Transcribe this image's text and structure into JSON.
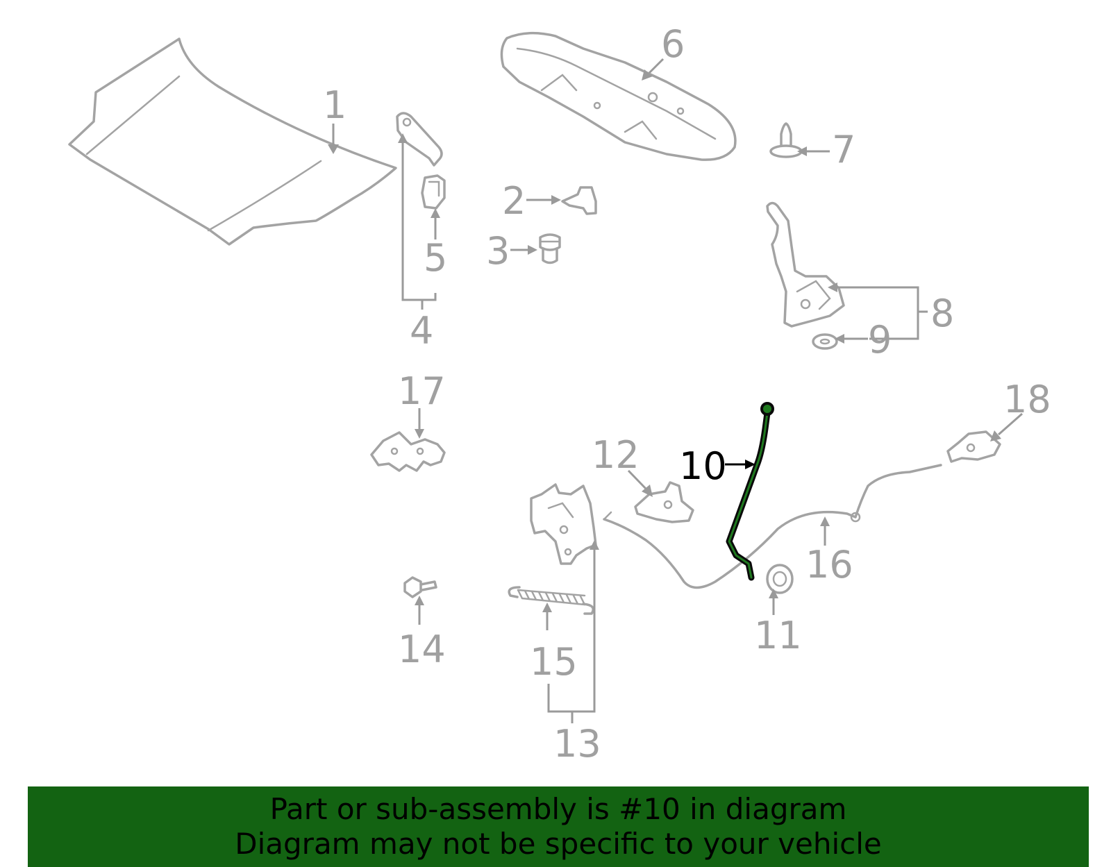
{
  "callouts": {
    "c1": "1",
    "c2": "2",
    "c3": "3",
    "c4": "4",
    "c5": "5",
    "c6": "6",
    "c7": "7",
    "c8": "8",
    "c9": "9",
    "c10": "10",
    "c11": "11",
    "c12": "12",
    "c13": "13",
    "c14": "14",
    "c15": "15",
    "c16": "16",
    "c17": "17",
    "c18": "18"
  },
  "highlighted_part": "10",
  "colors": {
    "part_lines": "#a3a3a3",
    "highlight_outline": "#0a0a0a",
    "highlight_fill": "#1f7a1f",
    "banner_background": "#136312"
  },
  "banner": {
    "line1": "Part or sub-assembly is #10 in diagram",
    "line2": "Diagram may not be specific to your vehicle"
  }
}
